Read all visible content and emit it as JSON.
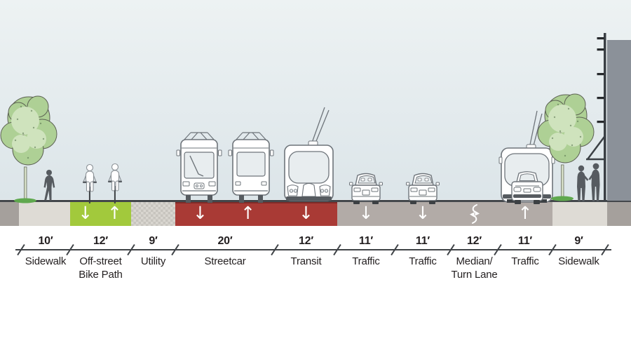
{
  "diagram": {
    "lanes": [
      {
        "width_label": "10′",
        "name_lines": [
          "Sidewalk"
        ],
        "surface": "sidewalk",
        "arrows": []
      },
      {
        "width_label": "12′",
        "name_lines": [
          "Off-street",
          "Bike Path"
        ],
        "surface": "bike",
        "arrows": [
          "down",
          "up"
        ]
      },
      {
        "width_label": "9′",
        "name_lines": [
          "Utility"
        ],
        "surface": "utility",
        "arrows": []
      },
      {
        "width_label": "20′",
        "name_lines": [
          "Streetcar"
        ],
        "surface": "streetcar",
        "arrows": [
          "down",
          "up"
        ]
      },
      {
        "width_label": "12′",
        "name_lines": [
          "Transit"
        ],
        "surface": "streetcar",
        "arrows": [
          "down"
        ]
      },
      {
        "width_label": "11′",
        "name_lines": [
          "Traffic"
        ],
        "surface": "road",
        "arrows": [
          "down"
        ]
      },
      {
        "width_label": "11′",
        "name_lines": [
          "Traffic"
        ],
        "surface": "road",
        "arrows": [
          "down"
        ]
      },
      {
        "width_label": "12′",
        "name_lines": [
          "Median/",
          "Turn Lane"
        ],
        "surface": "road",
        "arrows": [
          "turn"
        ]
      },
      {
        "width_label": "11′",
        "name_lines": [
          "Traffic"
        ],
        "surface": "road",
        "arrows": [
          "up"
        ]
      },
      {
        "width_label": "9′",
        "name_lines": [
          "Sidewalk"
        ],
        "surface": "sidewalk",
        "arrows": []
      }
    ],
    "arrow_glyphs": {
      "down": "↓",
      "up": "↑"
    },
    "colors": {
      "bike_lane_green": "#a2c93c",
      "streetcar_lane_red": "#a93a35",
      "streetcar_lane_red_edge": "#7e2b28",
      "roadway_gray": "#b2aba7",
      "sidewalk_gray": "#dedbd5",
      "curb_edge_gray": "#a5a09c",
      "utility_hatch_gray": "#c7c4be",
      "ground_line": "#43474b",
      "building_gray": "#8b9199",
      "sky_top": "#edf2f3",
      "sky_bottom": "#dce5e9",
      "text_dark": "#231f20",
      "figure_silhouette": "#565b60",
      "tree_green": "#aed095"
    },
    "scene_icons": [
      "tree-icon",
      "pedestrian-icon",
      "cyclist-icon",
      "streetcar-icon",
      "transit-bus-icon",
      "car-icon",
      "trolleybus-icon",
      "building-icon"
    ]
  }
}
